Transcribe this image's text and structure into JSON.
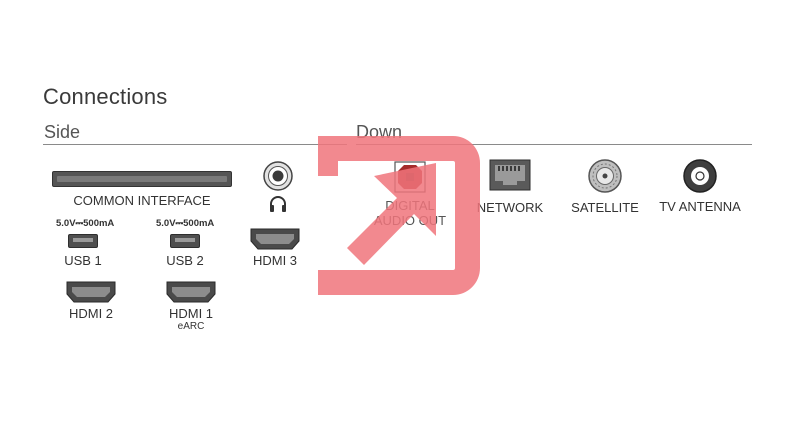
{
  "title": "Connections",
  "sections": {
    "side": "Side",
    "down": "Down"
  },
  "side_ports": {
    "common_interface": "COMMON INTERFACE",
    "usb1": {
      "label": "USB 1",
      "spec": "5.0V⎓500mA"
    },
    "usb2": {
      "label": "USB 2",
      "spec": "5.0V⎓500mA"
    },
    "hdmi3": "HDMI 3",
    "hdmi2": "HDMI 2",
    "hdmi1": {
      "label": "HDMI 1",
      "sub": "eARC"
    }
  },
  "down_ports": {
    "digital_audio_out": {
      "line1": "DIGITAL",
      "line2": "AUDIO OUT"
    },
    "network": "NETWORK",
    "satellite": "SATELLITE",
    "tv_antenna": "TV ANTENNA"
  },
  "icons": {
    "headphone": "headphone-icon",
    "highlight": "highlight-arrow-icon"
  },
  "colors": {
    "highlight": "#f0747b",
    "optical_port": "#a52a2a",
    "port_gray": "#555555"
  }
}
